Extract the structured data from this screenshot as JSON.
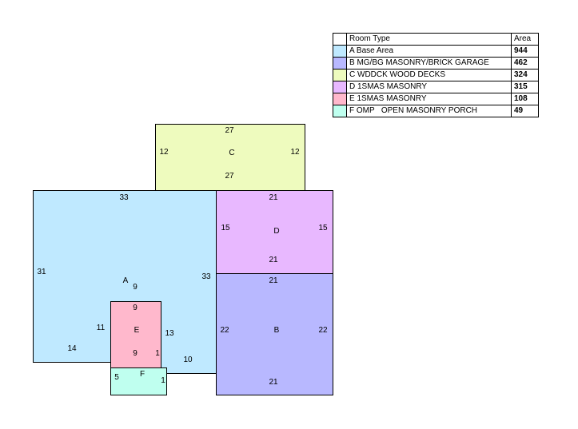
{
  "legend": {
    "header_type": "Room Type",
    "header_area": "Area",
    "rows": [
      {
        "label": "A Base Area",
        "area": "944",
        "color": "#bfe9ff"
      },
      {
        "label": "B MG/BG MASONRY/BRICK GARAGE",
        "area": "462",
        "color": "#b8b8ff"
      },
      {
        "label": "C WDDCK WOOD DECKS",
        "area": "324",
        "color": "#eefbbe"
      },
      {
        "label": "D 1SMAS MASONRY",
        "area": "315",
        "color": "#e8b8ff"
      },
      {
        "label": "E 1SMAS MASONRY",
        "area": "108",
        "color": "#ffb8cc"
      },
      {
        "label": "F OMP   OPEN MASONRY PORCH",
        "area": "49",
        "color": "#bfffef"
      }
    ]
  },
  "rooms": {
    "A": {
      "letter": "A",
      "color": "#bfe9ff"
    },
    "B": {
      "letter": "B",
      "color": "#b8b8ff"
    },
    "C": {
      "letter": "C",
      "color": "#eefbbe"
    },
    "D": {
      "letter": "D",
      "color": "#e8b8ff"
    },
    "E": {
      "letter": "E",
      "color": "#ffb8cc"
    },
    "F": {
      "letter": "F",
      "color": "#bfffef"
    }
  },
  "dims": {
    "c_top": "27",
    "c_left": "12",
    "c_right": "12",
    "c_bottom": "27",
    "a_top": "33",
    "a_left": "31",
    "a_right": "33",
    "a_inner": "9",
    "a_step_left": "11",
    "a_bottom": "14",
    "a_notch_side": "13",
    "a_notch_bottom": "10",
    "d_top": "21",
    "d_left": "15",
    "d_right": "15",
    "d_bottom": "21",
    "b_top": "21",
    "b_left": "22",
    "b_right": "22",
    "b_bottom": "21",
    "e_top": "9",
    "e_bottom": "9",
    "e_right": "1",
    "f_left": "5",
    "f_right": "1"
  }
}
